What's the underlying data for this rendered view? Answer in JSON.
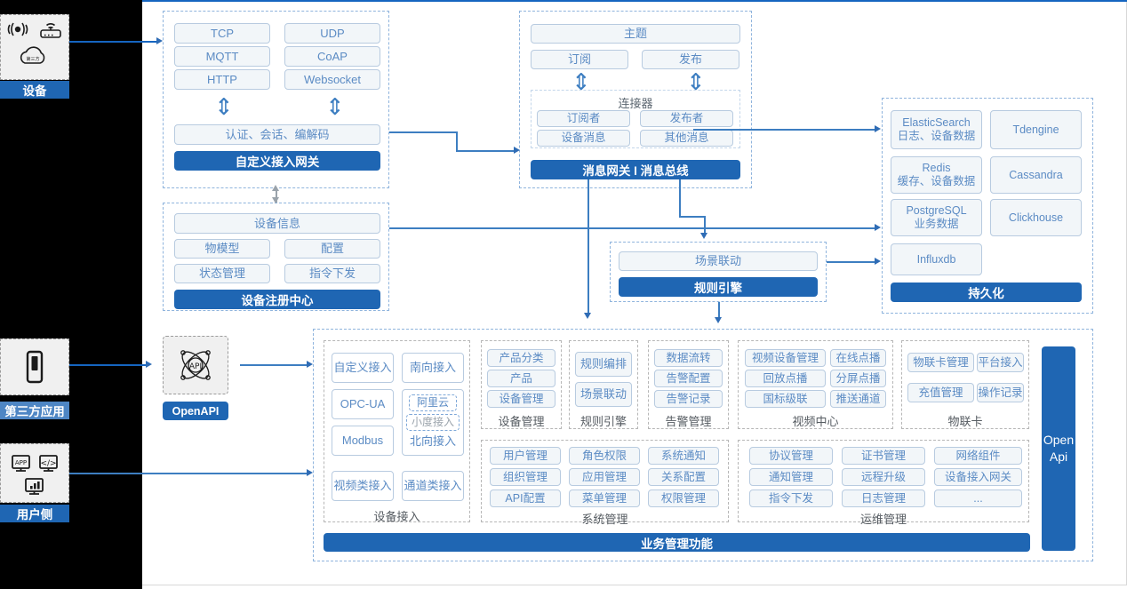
{
  "left_rail": {
    "device": {
      "label": "设备",
      "icons": [
        "wifi-signal-icon",
        "router-icon",
        "cloud-icon"
      ]
    },
    "third_party": {
      "label": "第三方应用",
      "icons": [
        "mobile-phone-icon"
      ]
    },
    "user_side": {
      "label": "用户侧",
      "icons": [
        "app-monitor-icon",
        "code-monitor-icon",
        "chart-monitor-icon"
      ]
    }
  },
  "gateway": {
    "protocols": [
      "TCP",
      "UDP",
      "MQTT",
      "CoAP",
      "HTTP",
      "Websocket"
    ],
    "middle": "认证、会话、编解码",
    "band": "自定义接入网关"
  },
  "message": {
    "topic": "主题",
    "subscribe": "订阅",
    "publish": "发布",
    "connector_title": "连接器",
    "connector_items": [
      "订阅者",
      "发布者",
      "设备消息",
      "其他消息"
    ],
    "band": "消息网关 I 消息总线"
  },
  "registry": {
    "info": "设备信息",
    "items": [
      "物模型",
      "配置",
      "状态管理",
      "指令下发"
    ],
    "band": "设备注册中心"
  },
  "rule": {
    "scene": "场景联动",
    "band": "规则引擎"
  },
  "persistence": {
    "stores": [
      {
        "name": "ElasticSearch",
        "sub": "日志、设备数据"
      },
      {
        "name": "Tdengine",
        "sub": ""
      },
      {
        "name": "Redis",
        "sub": "缓存、设备数据"
      },
      {
        "name": "Cassandra",
        "sub": ""
      },
      {
        "name": "PostgreSQL",
        "sub": "业务数据"
      },
      {
        "name": "Clickhouse",
        "sub": ""
      },
      {
        "name": "Influxdb",
        "sub": ""
      }
    ],
    "band": "持久化"
  },
  "openapi": {
    "icon": "api-network-icon",
    "label": "OpenAPI"
  },
  "open_api_bar": {
    "line1": "Open",
    "line2": "Api"
  },
  "business": {
    "band": "业务管理功能",
    "groups": [
      {
        "title": "设备接入",
        "items": [
          "自定义接入",
          "南向接入",
          "OPC-UA",
          "Modbus",
          "视频类接入",
          "通道类接入"
        ],
        "nested": {
          "title": "北向接入",
          "items": [
            "阿里云",
            "小度接入"
          ]
        }
      },
      {
        "title": "设备管理",
        "items": [
          "产品分类",
          "产品",
          "设备管理"
        ]
      },
      {
        "title": "规则引擎",
        "items": [
          "规则编排",
          "场景联动"
        ]
      },
      {
        "title": "告警管理",
        "items": [
          "数据流转",
          "告警配置",
          "告警记录"
        ]
      },
      {
        "title": "视频中心",
        "items": [
          "视频设备管理",
          "在线点播",
          "回放点播",
          "分屏点播",
          "国标级联",
          "推送通道"
        ]
      },
      {
        "title": "物联卡",
        "items": [
          "物联卡管理",
          "平台接入",
          "充值管理",
          "操作记录"
        ]
      },
      {
        "title": "系统管理",
        "items": [
          "用户管理",
          "角色权限",
          "系统通知",
          "组织管理",
          "应用管理",
          "关系配置",
          "API配置",
          "菜单管理",
          "权限管理"
        ]
      },
      {
        "title": "运维管理",
        "items": [
          "协议管理",
          "证书管理",
          "网络组件",
          "通知管理",
          "远程升级",
          "设备接入网关",
          "指令下发",
          "日志管理",
          "..."
        ]
      }
    ]
  },
  "colors": {
    "brand_blue": "#1f66b3",
    "node_border": "#b8cbe0",
    "node_text": "#5b8bc4",
    "dash_border": "#8fb4dd",
    "canvas_top_line": "#1565c0"
  }
}
